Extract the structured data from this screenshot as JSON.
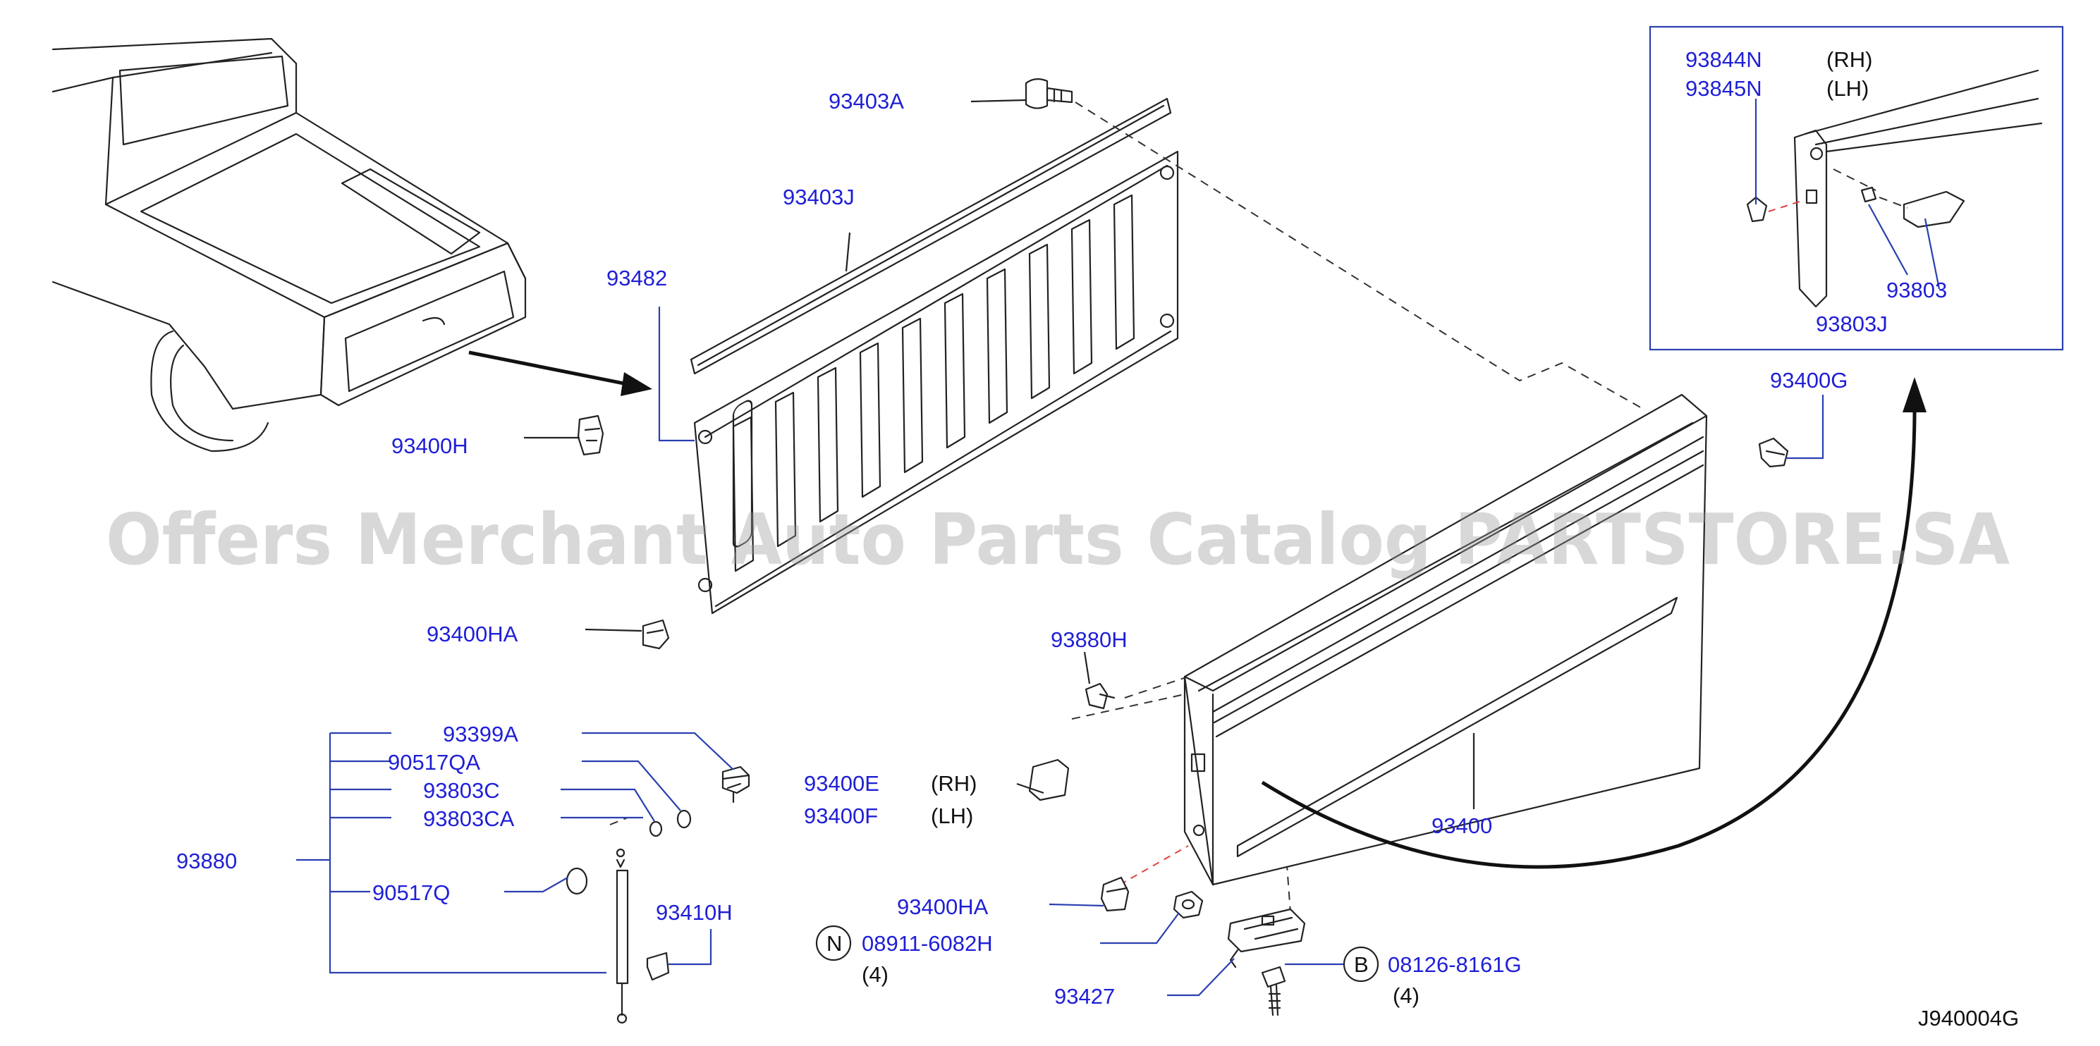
{
  "watermark": "Offers Merchant Auto Parts Catalog PARTSTORE.SA",
  "diagram_code": "J940004G",
  "labels": {
    "p93403A": "93403A",
    "p93403J": "93403J",
    "p93482": "93482",
    "p93400H": "93400H",
    "p93400HA_top": "93400HA",
    "p93399A": "93399A",
    "p90517QA": "90517QA",
    "p93803C": "93803C",
    "p93803CA": "93803CA",
    "p93880": "93880",
    "p90517Q": "90517Q",
    "p93410H": "93410H",
    "p93880H": "93880H",
    "p93400E": "93400E",
    "p93400F": "93400F",
    "p93400HA_bot": "93400HA",
    "p08911": "08911-6082H",
    "p93427": "93427",
    "p08126": "08126-8161G",
    "p93400": "93400",
    "p93400G": "93400G",
    "p93844N": "93844N",
    "p93845N": "93845N",
    "p93803": "93803",
    "p93803J": "93803J"
  },
  "notes": {
    "rh_1": "(RH)",
    "lh_1": "(LH)",
    "rh_2": "(RH)",
    "lh_2": "(LH)",
    "qty_n": "(4)",
    "qty_b": "(4)",
    "mark_n": "N",
    "mark_b": "B"
  },
  "colors": {
    "label": "#1f1fd6",
    "leader": "#2a3fb0",
    "art": "#222222",
    "watermark": "#9a9a9a"
  }
}
